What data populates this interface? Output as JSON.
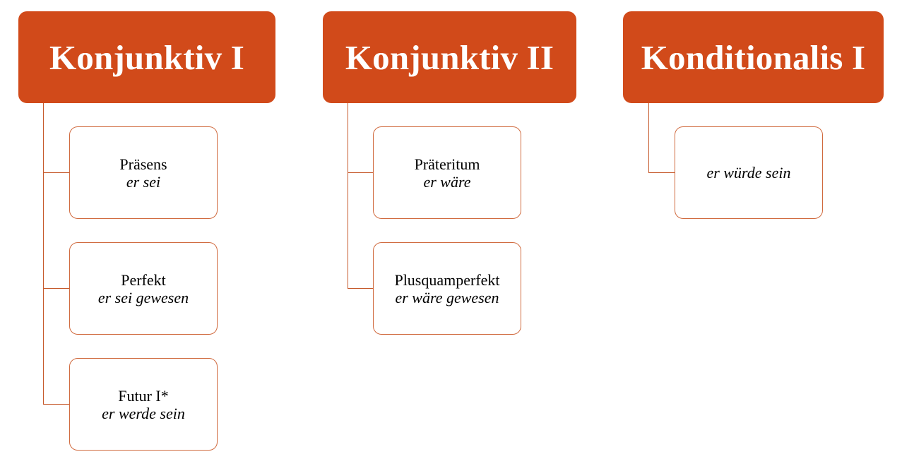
{
  "columns": [
    {
      "header": "Konjunktiv I",
      "items": [
        {
          "label": "Präsens",
          "example": "er sei"
        },
        {
          "label": "Perfekt",
          "example": "er sei gewesen"
        },
        {
          "label": "Futur I*",
          "example": "er werde sein"
        }
      ]
    },
    {
      "header": "Konjunktiv II",
      "items": [
        {
          "label": "Präteritum",
          "example": "er wäre"
        },
        {
          "label": "Plusquamperfekt",
          "example": "er wäre gewesen"
        }
      ]
    },
    {
      "header": "Konditionalis I",
      "items": [
        {
          "label": "",
          "example": "er würde sein"
        }
      ]
    }
  ],
  "colors": {
    "header_fill": "#d14a1a",
    "box_border": "#d06a3e",
    "connector": "#c65a2c"
  }
}
